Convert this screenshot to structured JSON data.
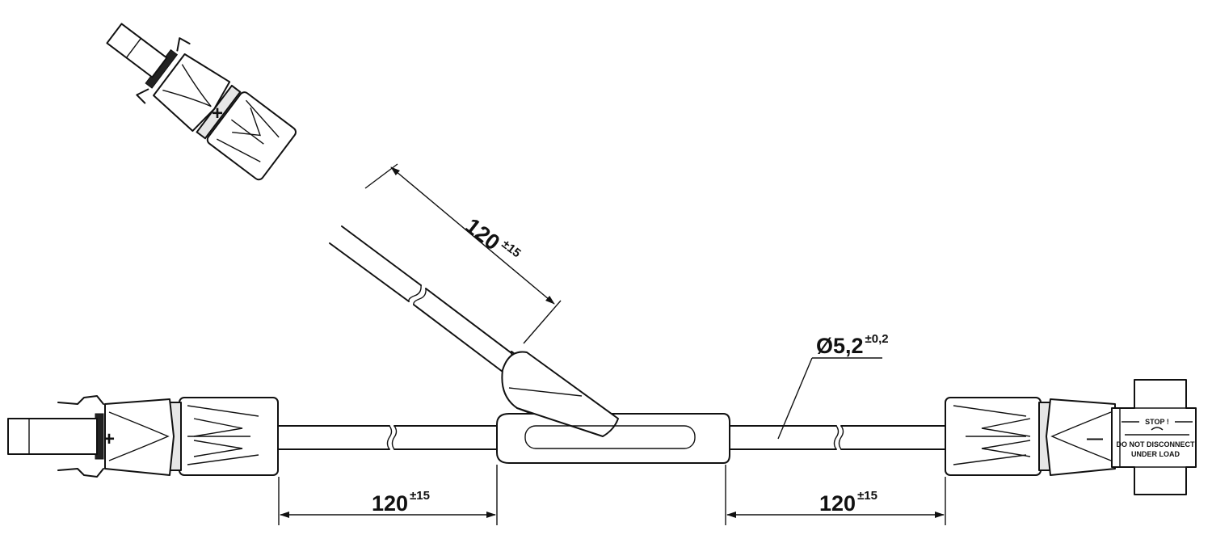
{
  "dimensions": {
    "branch_length": {
      "value": "120",
      "tolerance": "±15"
    },
    "left_length": {
      "value": "120",
      "tolerance": "±15"
    },
    "right_length": {
      "value": "120",
      "tolerance": "±15"
    },
    "cable_diameter": {
      "value": "Ø5,2",
      "tolerance": "±0,2"
    }
  },
  "connectors": {
    "branch_plus_symbol": "+",
    "left_plus_symbol": "+",
    "right_minus_symbol": "—",
    "right_label_stop": "STOP !",
    "right_label_line1": "DO NOT DISCONNECT",
    "right_label_line2": "UNDER LOAD"
  }
}
